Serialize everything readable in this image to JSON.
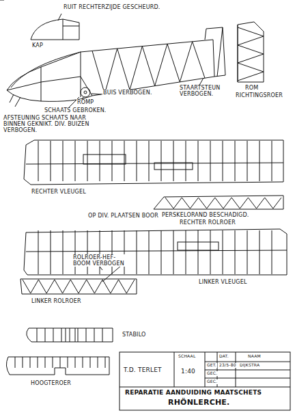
{
  "diagram": {
    "labels": [
      "RUIT RECHTERZIJDE GESCHEURD.",
      "KAP",
      "ROM",
      "RICHTINGSROER",
      "BUIS VERBOGEN.",
      "ROMP",
      "SCHAATS GEBROKEN.",
      "STAARTSTEUN VERBOGEN.",
      "AFSTEUNING SCHAATS NAAR BINNEN GEKNIKT. DIV. BUIZEN VERBOGEN.",
      "RECHTER VLEUGEL",
      "OP DIV. PLAATSEN BOOR",
      "PERSKELORAND BESCHADIGD.",
      "RECHTER ROLROER",
      "ROLROER-HEF-BOOM VERBOGEN",
      "LINKER ROLROER",
      "LINKER VLEUGEL",
      "STABILO",
      "HOOGTEROER",
      "T.D. TERLET",
      "SCHAAL",
      "1:40",
      "DAT.",
      "NAAM",
      "GET.",
      "23/5-80",
      "DIJKSTRA",
      "GEC.",
      "GEC.",
      "REPARATIE AANDUIDING MAATSCHETS",
      "RHÖNLERCHE."
    ]
  }
}
